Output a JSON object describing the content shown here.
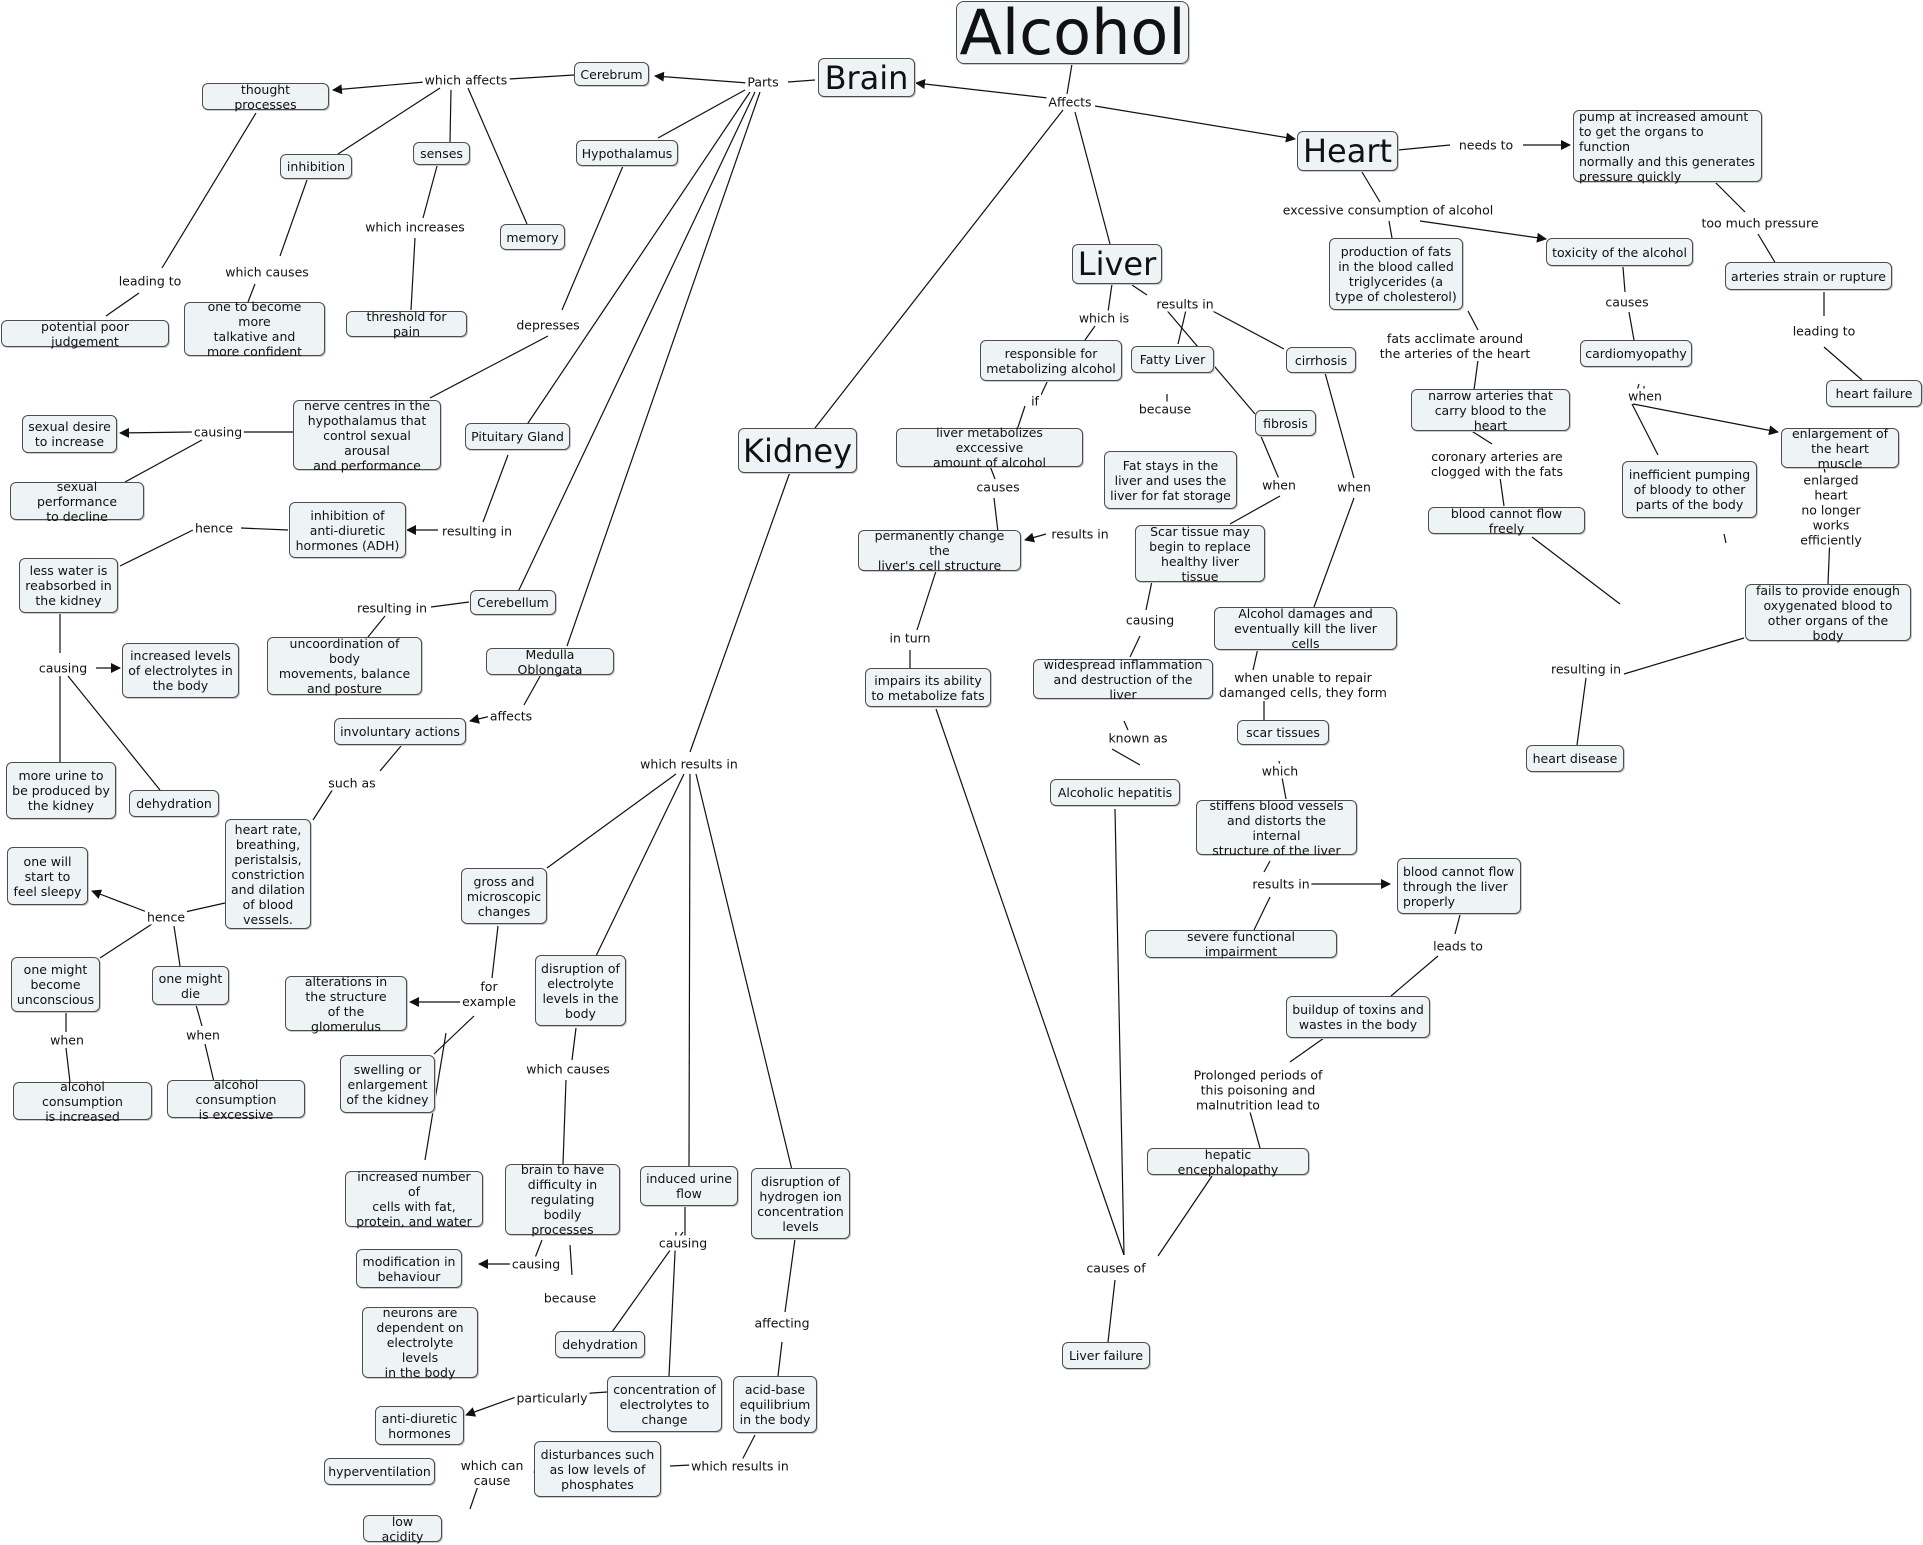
{
  "concept_map": {
    "title": "Alcohol",
    "nodes": {
      "alcohol": "Alcohol",
      "brain": "Brain",
      "heart": "Heart",
      "liver": "Liver",
      "kidney": "Kidney",
      "cerebrum": "Cerebrum",
      "thought": "thought processes",
      "inhibition": "inhibition",
      "senses": "senses",
      "memory": "memory",
      "hypothalamus": "Hypothalamus",
      "talkative": "one to become more\ntalkative and\nmore confident",
      "threshold": "threshold for pain",
      "judgement": "potential poor judgement",
      "nerve": "nerve centres in the\nhypothalamus that\ncontrol sexual arousal\nand performance",
      "desire": "sexual desire\nto increase",
      "performance": "sexual performance\nto decline",
      "pituitary": "Pituitary Gland",
      "adh": "inhibition of\nanti-diuretic\nhormones (ADH)",
      "lesswater": "less water is\nreabsorbed in\nthe kidney",
      "electrolytes_inc": "increased levels\nof electrolytes in\nthe body",
      "moreurine": "more urine to\nbe produced by\nthe kidney",
      "dehydration1": "dehydration",
      "cerebellum": "Cerebellum",
      "uncoord": "uncoordination of body\nmovements, balance\nand posture",
      "medulla": "Medulla Oblongata",
      "involuntary": "involuntary actions",
      "heartrate": "heart rate,\nbreathing,\nperistalsis,\nconstriction\nand dilation\nof blood\nvessels.",
      "sleepy": "one will\nstart to\nfeel sleepy",
      "unconscious": "one might\nbecome\nunconscious",
      "die": "one might\ndie",
      "increased": "alcohol consumption\nis increased",
      "excessive": "alcohol consumption\nis excessive",
      "gross": "gross and\nmicroscopic\nchanges",
      "glomerulus": "alterations in\nthe structure\nof the glomerulus",
      "swelling": "swelling or\nenlargement\nof the kidney",
      "cellsfat": "increased number of\ncells with fat,\nprotein, and water",
      "disruption_e": "disruption of\nelectrolyte\nlevels in the\nbody",
      "brainreg": "brain to have\ndifficulty in\nregulating\nbodily processes",
      "modification": "modification in\nbehaviour",
      "neurons": "neurons are\ndependent on\nelectrolyte levels\nin the body",
      "urineflow": "induced urine\nflow",
      "dehydration2": "dehydration",
      "concentration": "concentration of\nelectrolytes to\nchange",
      "antidiuretic": "anti-diuretic\nhormones",
      "disruption_h": "disruption of\nhydrogen ion\nconcentration\nlevels",
      "acidbase": "acid-base\nequilibrium\nin the body",
      "disturbances": "disturbances such\nas low levels of\nphosphates",
      "hyperventilation": "hyperventilation",
      "lowacidity": "low acidity",
      "responsible": "responsible for\nmetabolizing alcohol",
      "metabolizes": "liver metabolizes exccessive\namount of alcohol",
      "permanent": "permanently change the\nliver's cell structure",
      "impairs": "impairs its ability\nto metabolize fats",
      "fattyliver": "Fatty Liver",
      "fatstays": "Fat stays in the\nliver and uses the\nliver for fat storage",
      "fibrosis": "fibrosis",
      "cirrhosis": "cirrhosis",
      "scar": "Scar tissue may\nbegin to replace\nhealthy liver tissue",
      "inflammation": "widespread inflammation\nand destruction of the liver",
      "hepatitis": "Alcoholic hepatitis",
      "damages": "Alcohol damages and\neventually kill the liver cells",
      "scartissues": "scar tissues",
      "stiffens": "stiffens blood vessels\nand distorts the internal\nstructure of the liver",
      "impairment": "severe functional impairment",
      "bloodliver": "blood cannot flow\nthrough the liver\nproperly",
      "toxins": "buildup of toxins and\nwastes in the body",
      "encephalopathy": "hepatic encephalopathy",
      "liverfailure": "Liver failure",
      "pump": "pump at increased amount\nto get the organs to function\nnormally and this generates\npressure quickly",
      "production": "production of fats\nin the blood called\ntriglycerides (a\ntype of cholesterol)",
      "toxicity": "toxicity of the alcohol",
      "arteries": "arteries strain or rupture",
      "heartfailure": "heart failure",
      "narrow": "narrow arteries that\ncarry blood to the heart",
      "cardiomyopathy": "cardiomyopathy",
      "enlargement": "enlargement of\nthe heart muscle",
      "inefficient": "inefficient pumping\nof bloody to other\nparts of the body",
      "bloodheart": "blood cannot flow freely",
      "fails": "fails to provide enough\noxygenated blood to\nother organs of the body",
      "heartdisease": "heart disease"
    },
    "labels": {
      "affects": "Affects",
      "parts": "Parts",
      "which_affects": "which affects",
      "leading_to_1": "leading to",
      "which_causes_1": "which causes",
      "which_increases": "which increases",
      "depresses": "depresses",
      "causing_1": "causing",
      "resulting_in_1": "resulting in",
      "hence_1": "hence",
      "causing_2": "causing",
      "resulting_in_2": "resulting in",
      "affects_2": "affects",
      "such_as": "such as",
      "hence_2": "hence",
      "when_1": "when",
      "when_2": "when",
      "which_results_in": "which results in",
      "for_example": "for\nexample",
      "which_causes_2": "which causes",
      "causing_3": "causing",
      "because_1": "because",
      "causing_4": "causing",
      "particularly": "particularly",
      "affecting": "affecting",
      "which_can_cause": "which can\ncause",
      "which_results_in_2": "which results in",
      "which_is": "which is",
      "results_in_liver": "results in",
      "if": "if",
      "causes_1": "causes",
      "results_in_3": "results in",
      "in_turn": "in turn",
      "because_2": "because",
      "when_3": "when",
      "when_4": "when",
      "causing_5": "causing",
      "known_as": "known as",
      "unable_repair": "when unable to repair\ndamanged cells, they form",
      "which_2": "which",
      "results_in_4": "results in",
      "leads_to": "leads to",
      "prolonged": "Prolonged periods of\nthis poisoning and\nmalnutrition lead to",
      "causes_of": "causes of",
      "needs_to": "needs to",
      "excessive_consumption": "excessive consumption of alcohol",
      "too_much_pressure": "too much pressure",
      "leading_to_2": "leading to",
      "fats_acclimate": "fats acclimate around\nthe arteries of the heart",
      "causes_2": "causes",
      "when_5": "when",
      "coronary": "coronary arteries are\nclogged with the fats",
      "enlarged_heart": "enlarged heart\nno longer works\nefficiently",
      "resulting_in_5": "resulting in"
    }
  }
}
